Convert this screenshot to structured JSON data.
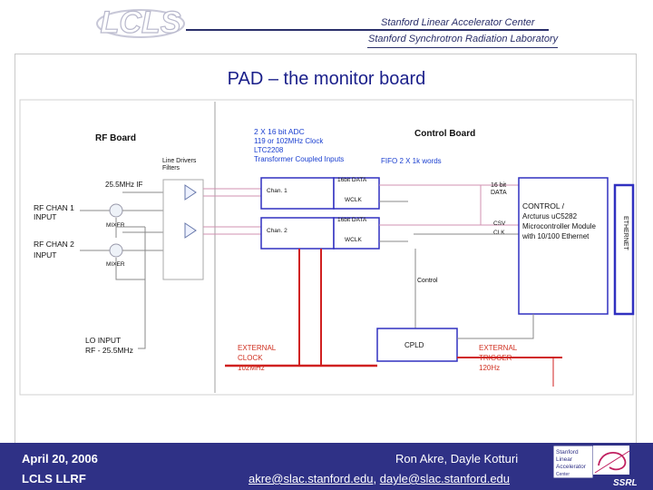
{
  "header": {
    "logo_text": "LCLS",
    "org_line1": "Stanford Linear Accelerator Center",
    "org_line2": "Stanford Synchrotron Radiation Laboratory"
  },
  "slide": {
    "title": "PAD – the monitor board"
  },
  "diagram": {
    "rf_board_label": "RF Board",
    "control_board_label": "Control Board",
    "line_drivers": "Line Drivers",
    "filters": "Filters",
    "if_label": "25.5MHz IF",
    "rf_chan1_line1": "RF CHAN 1",
    "rf_chan1_line2": "INPUT",
    "rf_chan2_line1": "RF CHAN 2",
    "rf_chan2_line2": "INPUT",
    "mixer1": "MIXER",
    "mixer2": "MIXER",
    "lo_input_line1": "LO INPUT",
    "lo_input_line2": "RF - 25.5MHz",
    "adc_line1": "2 X 16 bit ADC",
    "adc_line2": "119 or 102MHz Clock",
    "adc_line3": "LTC2208",
    "adc_line4": "Transformer Coupled Inputs",
    "fifo": "FIFO 2 X 1k words",
    "data16_a": "16bit DATA",
    "data16_b": "16bit DATA",
    "chan1": "Chan. 1",
    "chan2": "Chan. 2",
    "wclk1": "WCLK",
    "wclk2": "WCLK",
    "data16_right_line1": "16 bit",
    "data16_right_line2": "DATA",
    "csv": "CSV",
    "clk": "CLK",
    "control_line1": "CONTROL /",
    "control_line2": "Arcturus uC5282",
    "control_line3": "Microcontroller Module",
    "control_line4": "with 10/100 Ethernet",
    "ethernet": "ETHERNET",
    "control_label": "Control",
    "cpld": "CPLD",
    "ext_clock_line1": "EXTERNAL",
    "ext_clock_line2": "CLOCK",
    "ext_clock_line3": "102MHz",
    "ext_trigger_line1": "EXTERNAL",
    "ext_trigger_line2": "TRIGGER",
    "ext_trigger_line3": "120Hz"
  },
  "footer": {
    "date": "April 20, 2006",
    "project": "LCLS LLRF",
    "authors": "Ron Akre, Dayle Kotturi",
    "email1": "akre@slac.stanford.edu",
    "separator": ", ",
    "email2": "dayle@slac.stanford.edu",
    "ssrl_line1": "Stanford",
    "ssrl_line2": "Linear",
    "ssrl_line3": "Accelerator",
    "ssrl_line4": "Center",
    "ssrl_text": "SSRL"
  },
  "colors": {
    "title": "#1a1f8a",
    "footer_bg": "#2f3186",
    "red_text": "#d03020",
    "blue_text": "#1a3fd0",
    "pink_line": "#d090b0"
  }
}
